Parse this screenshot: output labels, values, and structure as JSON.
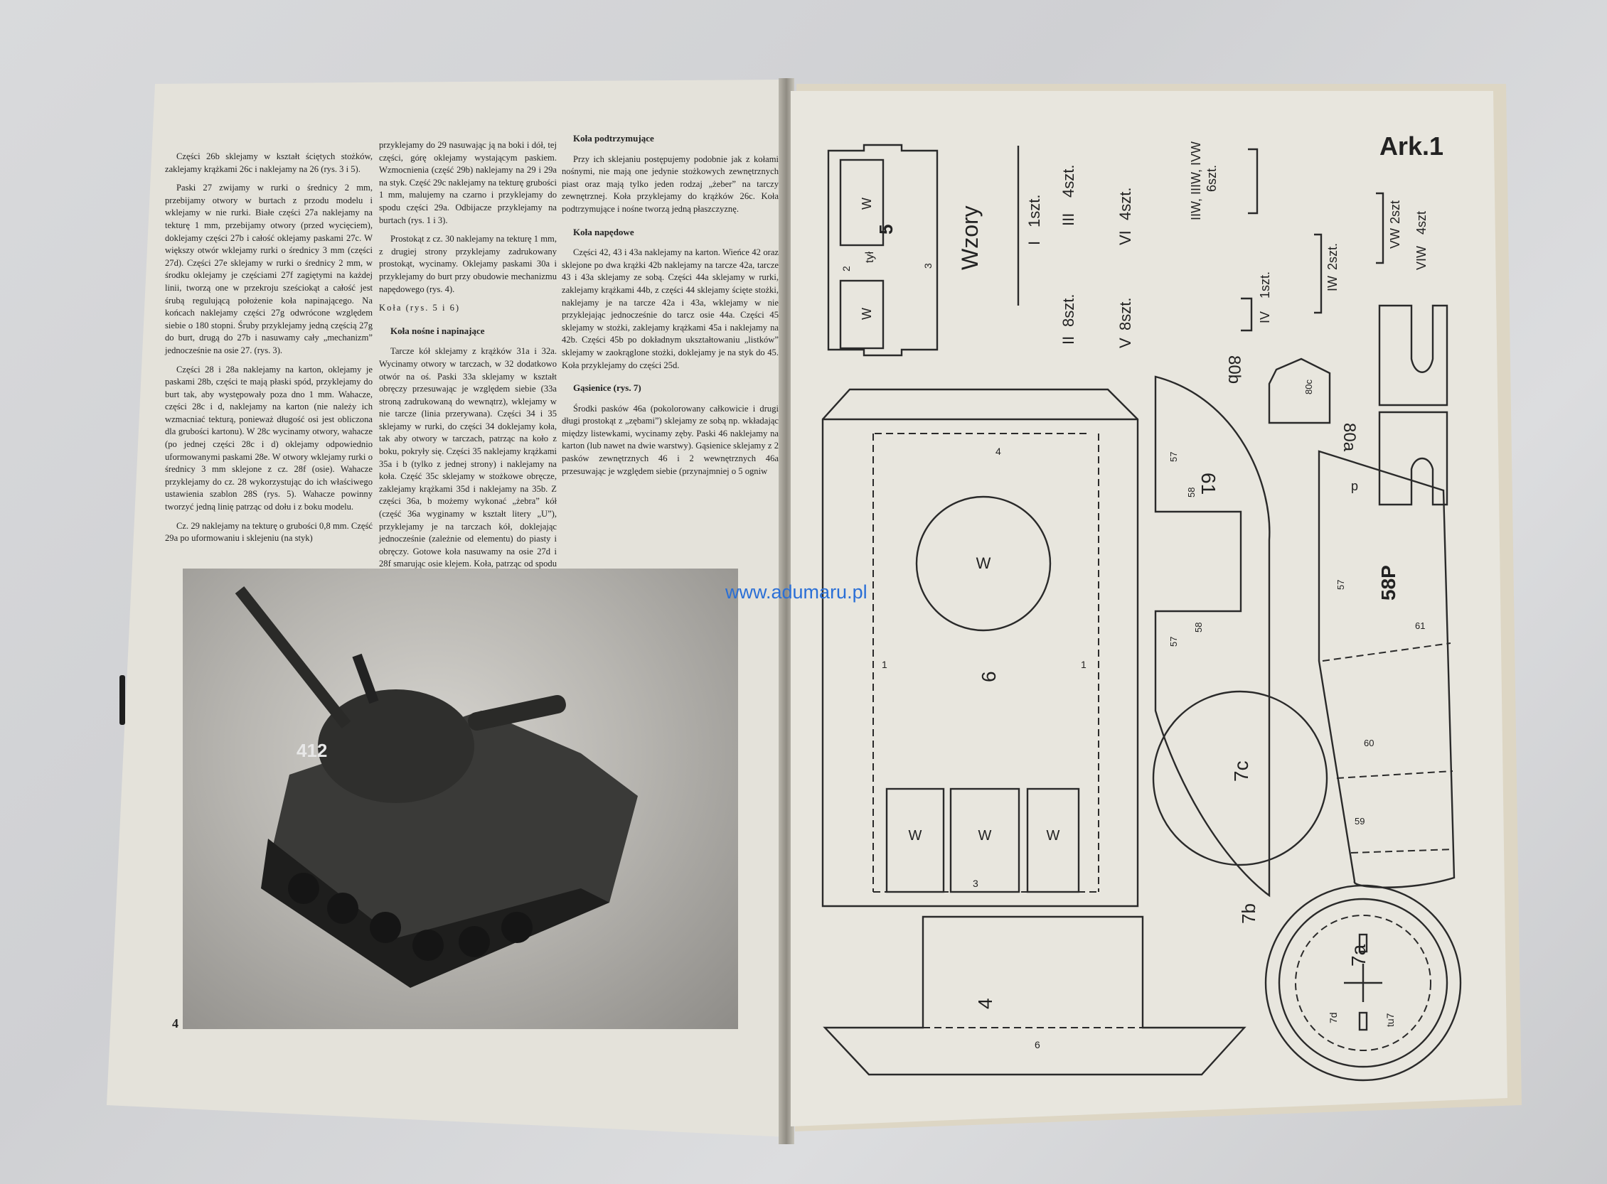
{
  "left_page": {
    "page_number": "4",
    "col1": [
      "Części 26b sklejamy w kształt ściętych stożków, zaklejamy krążkami 26c i naklejamy na 26 (rys. 3 i 5).",
      "Paski 27 zwijamy w rurki o średnicy 2 mm, przebijamy otwory w burtach z przodu modelu i wklejamy w nie rurki. Białe części 27a naklejamy na tekturę 1 mm, przebijamy otwory (przed wycięciem), doklejamy części 27b i całość oklejamy paskami 27c. W większy otwór wklejamy rurki o średnicy 3 mm (części 27d). Części 27e sklejamy w rurki o średnicy 2 mm, w środku oklejamy je częściami 27f zagiętymi na każdej linii, tworzą one w przekroju sześciokąt a całość jest śrubą regulującą położenie koła napinającego. Na końcach naklejamy części 27g odwrócone względem siebie o 180 stopni. Śruby przyklejamy jedną częścią 27g do burt, drugą do 27b i nasuwamy cały „mechanizm” jednocześnie na osie 27. (rys. 3).",
      "Części 28 i 28a naklejamy na karton, oklejamy je paskami 28b, części te mają płaski spód, przyklejamy do burt tak, aby występowały poza dno 1 mm. Wahacze, części 28c i d, naklejamy na karton (nie należy ich wzmacniać tekturą, ponieważ długość osi jest obliczona dla grubości kartonu). W 28c wycinamy otwory, wahacze (po jednej części 28c i d) oklejamy odpowiednio uformowanymi paskami 28e. W otwory wklejamy rurki o średnicy 3 mm sklejone z cz. 28f (osie). Wahacze przyklejamy do cz. 28 wykorzystując do ich właściwego ustawienia szablon 28S (rys. 5). Wahacze powinny tworzyć jedną linię patrząc od dołu i z boku modelu.",
      "Cz. 29 naklejamy na tekturę o grubości 0,8 mm. Część 29a po uformowaniu i sklejeniu (na styk)"
    ],
    "col2": {
      "p1": "przyklejamy do 29 nasuwając ją na boki i dół, tej części, górę oklejamy wystającym paskiem. Wzmocnienia (część 29b) naklejamy na 29 i 29a na styk. Część 29c naklejamy na tekturę grubości 1 mm, malujemy na czarno i przyklejamy do spodu części 29a. Odbijacze przyklejamy na burtach (rys. 1 i 3).",
      "p2": "Prostokąt z cz. 30 naklejamy na tekturę 1 mm, z drugiej strony przyklejamy zadrukowany prostokąt, wycinamy. Oklejamy paskami 30a i przyklejamy do burt przy obudowie mechanizmu napędowego (rys. 4).",
      "p3": "Koła (rys. 5 i 6)",
      "h1": "Koła nośne i napinające",
      "p4": "Tarcze kół sklejamy z krążków 31a i 32a. Wycinamy otwory w tarczach, w 32 dodatkowo otwór na oś. Paski 33a sklejamy w kształt obręczy przesuwając je względem siebie (33a stroną zadrukowaną do wewnątrz), wklejamy w nie tarcze (linia przerywana). Części 34 i 35 sklejamy w rurki, do części 34 doklejamy koła, tak aby otwory w tarczach, patrząc na koło z boku, pokryły się. Części 35 naklejamy krążkami 35a i b (tylko z jednej strony) i naklejamy na koła. Część 35c sklejamy w stożkowe obręcze, zaklejamy krążkami 35d i naklejamy na 35b. Z części 36a, b możemy wykonać „żebra” kół (część 36a wyginamy w kształt litery „U”), przyklejamy je na tarczach kół, doklejając jednocześnie (zależnie od elementu) do piasty i obręczy. Gotowe koła nasuwamy na osie 27d i 28f smarując osie klejem. Koła, patrząc od spodu i z boku czołgu powinny tworzyć linie proste."
    },
    "col3": {
      "h1": "Koła podtrzymujące",
      "p1": "Przy ich sklejaniu postępujemy podobnie jak z kołami nośnymi, nie mają one jedynie stożkowych zewnętrznych piast oraz mają tylko jeden rodzaj „żeber” na tarczy zewnętrznej. Koła przyklejamy do krążków 26c. Koła podtrzymujące i nośne tworzą jedną płaszczyznę.",
      "h2": "Koła napędowe",
      "p2": "Części 42, 43 i 43a naklejamy na karton. Wieńce 42 oraz sklejone po dwa krążki 42b naklejamy na tarcze 42a, tarcze 43 i 43a sklejamy ze sobą. Części 44a sklejamy w rurki, zaklejamy krążkami 44b, z części 44 sklejamy ścięte stożki, naklejamy je na tarcze 42a i 43a, wklejamy w nie przyklejając jednocześnie do tarcz osie 44a. Części 45 sklejamy w stożki, zaklejamy krążkami 45a i naklejamy na 42b. Części 45b po dokładnym ukształtowaniu „listków” sklejamy w zaokrąglone stożki, doklejamy je na styk do 45. Koła przyklejamy do części 25d.",
      "h3": "Gąsienice (rys. 7)",
      "p3": "Środki pasków 46a (pokolorowany całkowicie i drugi długi prostokąt z „zębami”) sklejamy ze sobą np. wkładając między listewkami, wycinamy zęby. Paski 46 naklejamy na karton (lub nawet na dwie warstwy). Gąsienice sklejamy z 2 pasków zewnętrznych 46 i 2 wewnętrznych 46a przesuwając je względem siebie (przynajmniej o 5 ogniw"
    },
    "photo": {
      "turret_number": "412"
    }
  },
  "watermark": "www.adumaru.pl",
  "right_page": {
    "sheet_label": "Ark.1",
    "patterns_title": "Wzory",
    "patterns": [
      {
        "mark": "I",
        "count": "1szt."
      },
      {
        "mark": "III",
        "count": "4szt."
      },
      {
        "mark": "VI",
        "count": "4szt."
      },
      {
        "mark": "IIW, IIIW, IVW",
        "count": "6szt."
      },
      {
        "mark": "II",
        "count": "8szt."
      },
      {
        "mark": "V",
        "count": "8szt."
      },
      {
        "mark": "IV",
        "count": "1szt."
      },
      {
        "mark": "IW",
        "count": "2szt."
      },
      {
        "mark": "VW",
        "count": "2szt"
      },
      {
        "mark": "VIW",
        "count": "4szt"
      }
    ],
    "parts": {
      "p5": "5",
      "p5_rear": "tył",
      "p6": "6",
      "p4": "4",
      "p61": "61",
      "p7c": "7c",
      "p7a": "7a",
      "p7b": "7b",
      "p7d": "7d",
      "tu7": "tu7",
      "p58p": "58P",
      "p80b": "80b",
      "p80a": "80a",
      "p80c": "80c",
      "w": "W",
      "n1": "1",
      "n2": "2",
      "n3": "3",
      "n4": "4",
      "n6": "6",
      "n57": "57",
      "n58": "58",
      "n59": "59",
      "n60": "60",
      "n61": "61",
      "p": "p"
    }
  }
}
